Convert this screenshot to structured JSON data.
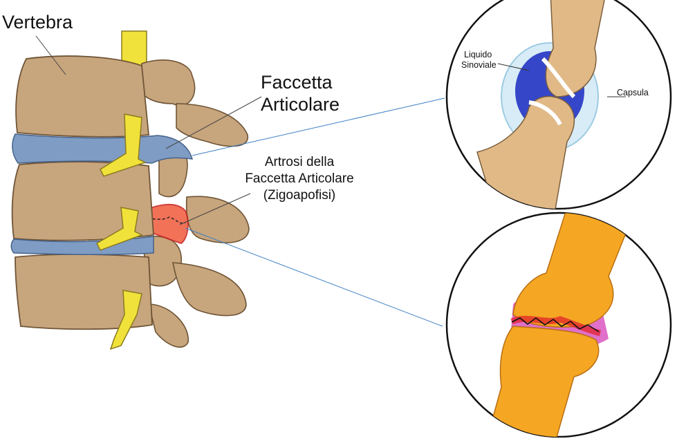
{
  "labels": {
    "vertebra": "Vertebra",
    "facet_line1": "Faccetta",
    "facet_line2": "Articolare",
    "arthrosis_line1": "Artrosi della",
    "arthrosis_line2": "Faccetta Articolare",
    "arthrosis_line3": "(Zigoapofisi)",
    "synovial_line1": "Liquido",
    "synovial_line2": "Sinoviale",
    "capsule": "Capsula"
  },
  "colors": {
    "bone": "#c7a57d",
    "bone_dark": "#8e6f4f",
    "disc": "#7f9cc4",
    "nerve": "#f0e23a",
    "healthy_bone": "#e0b986",
    "synovial_fluid": "#3547c8",
    "capsule_fill": "#d8ecf7",
    "capsule_stroke": "#9ccbe2",
    "arthritic_bone": "#f5a623",
    "inflammation": "#e2242b",
    "inflamed_capsule": "#e070c9",
    "leader_line": "#3b7fc4"
  }
}
